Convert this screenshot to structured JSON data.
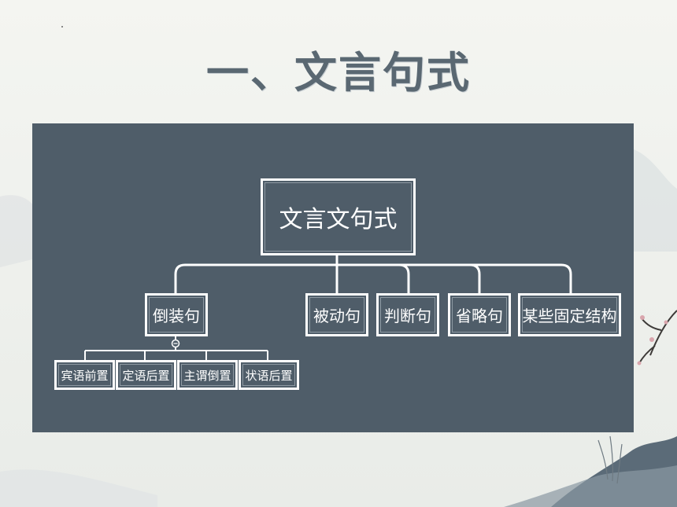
{
  "slide": {
    "title": "一、文言句式"
  },
  "diagram": {
    "root": "文言文句式",
    "children": [
      "倒装句",
      "被动句",
      "判断句",
      "省略句",
      "某些固定结构"
    ],
    "inversion_subtypes": [
      "宾语前置",
      "定语后置",
      "主谓倒置",
      "状语后置"
    ],
    "colors": {
      "panel": "#4f5d69",
      "line": "#ffffff",
      "title": "#5a6872"
    }
  }
}
